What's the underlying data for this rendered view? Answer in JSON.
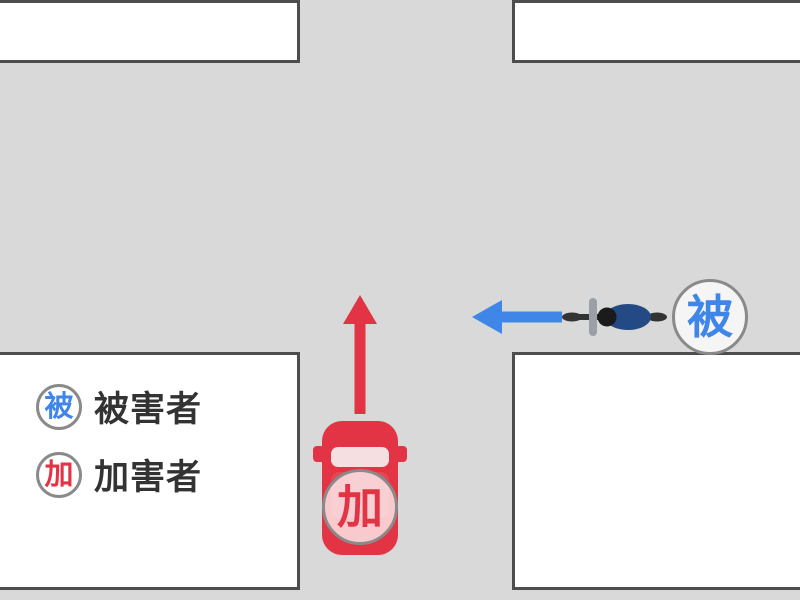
{
  "diagram": {
    "victim": {
      "badge": "被",
      "legend_label": "被害者",
      "color": "#3f86e8",
      "vehicle": "bicycle",
      "direction": "left"
    },
    "perpetrator": {
      "badge": "加",
      "legend_label": "加害者",
      "color": "#e23444",
      "vehicle": "car",
      "direction": "up"
    },
    "colors": {
      "road": "#d9d9d9",
      "building": "#ffffff",
      "border": "#4d4d4d",
      "badge_border": "#8a8a8a",
      "legend_text": "#333333"
    }
  }
}
